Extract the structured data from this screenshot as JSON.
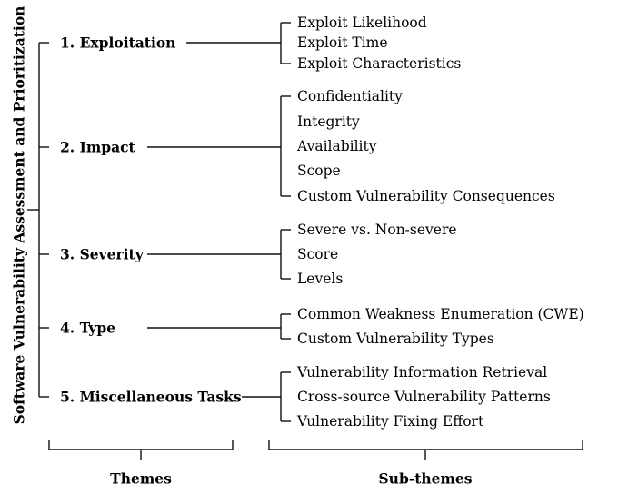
{
  "root": {
    "label": "Software Vulnerability Assessment and Prioritization"
  },
  "themes": [
    {
      "label": "1. Exploitation",
      "subthemes": [
        "Exploit Likelihood",
        "Exploit Time",
        "Exploit Characteristics"
      ]
    },
    {
      "label": "2. Impact",
      "subthemes": [
        "Confidentiality",
        "Integrity",
        "Availability",
        "Scope",
        "Custom Vulnerability Consequences"
      ]
    },
    {
      "label": "3. Severity",
      "subthemes": [
        "Severe vs. Non-severe",
        "Score",
        "Levels"
      ]
    },
    {
      "label": "4. Type",
      "subthemes": [
        "Common Weakness Enumeration (CWE)",
        "Custom Vulnerability Types"
      ]
    },
    {
      "label": "5. Miscellaneous Tasks",
      "subthemes": [
        "Vulnerability Information Retrieval",
        "Cross-source Vulnerability Patterns",
        "Vulnerability Fixing Effort"
      ]
    }
  ],
  "footer": {
    "themes_label": "Themes",
    "subthemes_label": "Sub-themes"
  }
}
